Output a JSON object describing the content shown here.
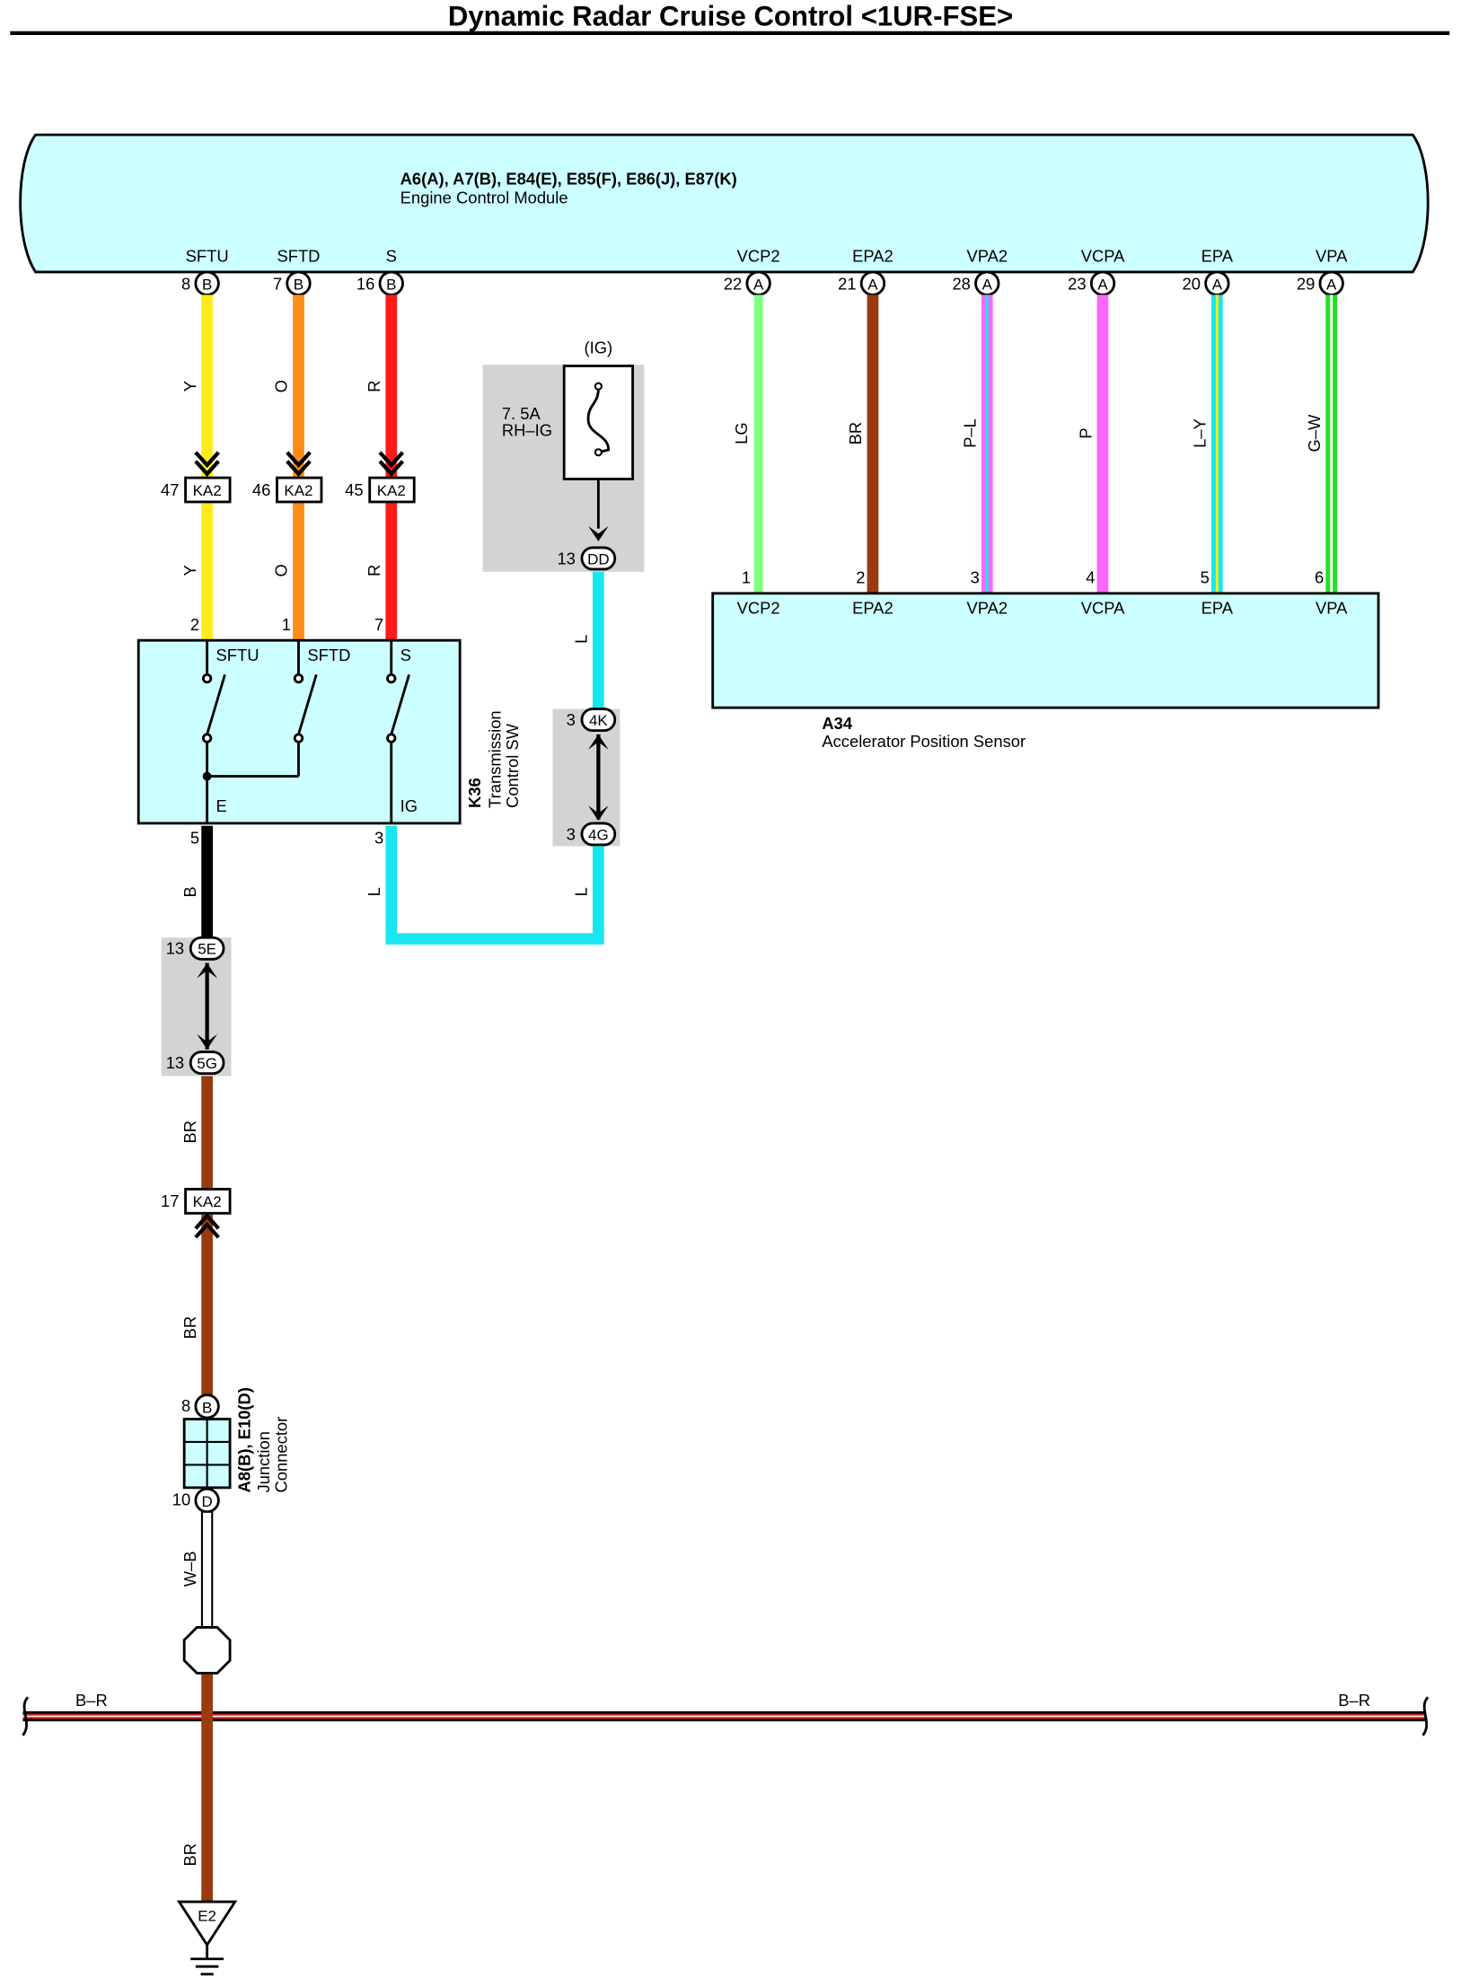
{
  "title": "Dynamic Radar Cruise Control <1UR-FSE>",
  "colors": {
    "module_fill": "#ccffff",
    "splice_bg": "#d3d3d3",
    "Y": "#ffeb1a",
    "O": "#ff8c1a",
    "R": "#ff1a1a",
    "L": "#1ae6f0",
    "B": "#000000",
    "BR": "#9a3a10",
    "LG": "#7fff7f",
    "P": "#ff66ff",
    "G": "#22e022",
    "W": "#ffffff",
    "B-R": "#cc2222"
  },
  "ecm": {
    "codes": "A6(A), A7(B), E84(E), E85(F), E86(J), E87(K)",
    "name": "Engine Control Module",
    "pins": [
      {
        "name": "SFTU",
        "num": "8",
        "conn": "B"
      },
      {
        "name": "SFTD",
        "num": "7",
        "conn": "B"
      },
      {
        "name": "S",
        "num": "16",
        "conn": "B"
      },
      {
        "name": "VCP2",
        "num": "22",
        "conn": "A"
      },
      {
        "name": "EPA2",
        "num": "21",
        "conn": "A"
      },
      {
        "name": "VPA2",
        "num": "28",
        "conn": "A"
      },
      {
        "name": "VCPA",
        "num": "23",
        "conn": "A"
      },
      {
        "name": "EPA",
        "num": "20",
        "conn": "A"
      },
      {
        "name": "VPA",
        "num": "29",
        "conn": "A"
      }
    ]
  },
  "trans_wires": [
    {
      "color": "Y",
      "ka2_pin": "47",
      "sw_pin": "2"
    },
    {
      "color": "O",
      "ka2_pin": "46",
      "sw_pin": "1"
    },
    {
      "color": "R",
      "ka2_pin": "45",
      "sw_pin": "7"
    }
  ],
  "ka2": "KA2",
  "fuse": {
    "group": "(IG)",
    "rating": "7. 5A",
    "name": "RH–IG",
    "dd_pin": "13",
    "dd": "DD"
  },
  "sw": {
    "code": "K36",
    "name1": "Transmission",
    "name2": "Control SW",
    "t_sftu": "SFTU",
    "t_sftd": "SFTD",
    "t_s": "S",
    "t_e": "E",
    "t_ig": "IG",
    "pin_e": "5",
    "pin_ig": "3"
  },
  "l_wire": {
    "color": "L",
    "pin_4k": "3",
    "c_4k": "4K",
    "pin_4g": "3",
    "c_4g": "4G"
  },
  "ground_path": {
    "b_color": "B",
    "pin_5e": "13",
    "c_5e": "5E",
    "pin_5g": "13",
    "c_5g": "5G",
    "br_color": "BR",
    "ka2_pin": "17",
    "jc_pin_b": "8",
    "jc_conn_b": "B",
    "jc_code": "A8(B), E10(D)",
    "jc_name1": "Junction",
    "jc_name2": "Connector",
    "jc_pin_d": "10",
    "jc_conn_d": "D",
    "wb_color": "W–B",
    "bus_color": "B–R",
    "ground": "E2"
  },
  "sensor": {
    "code": "A34",
    "name": "Accelerator Position Sensor",
    "wires": [
      {
        "color": "LG",
        "pin": "1",
        "term": "VCP2"
      },
      {
        "color": "BR",
        "pin": "2",
        "term": "EPA2"
      },
      {
        "color": "P–L",
        "pin": "3",
        "term": "VPA2"
      },
      {
        "color": "P",
        "pin": "4",
        "term": "VCPA"
      },
      {
        "color": "L–Y",
        "pin": "5",
        "term": "EPA"
      },
      {
        "color": "G–W",
        "pin": "6",
        "term": "VPA"
      }
    ]
  }
}
